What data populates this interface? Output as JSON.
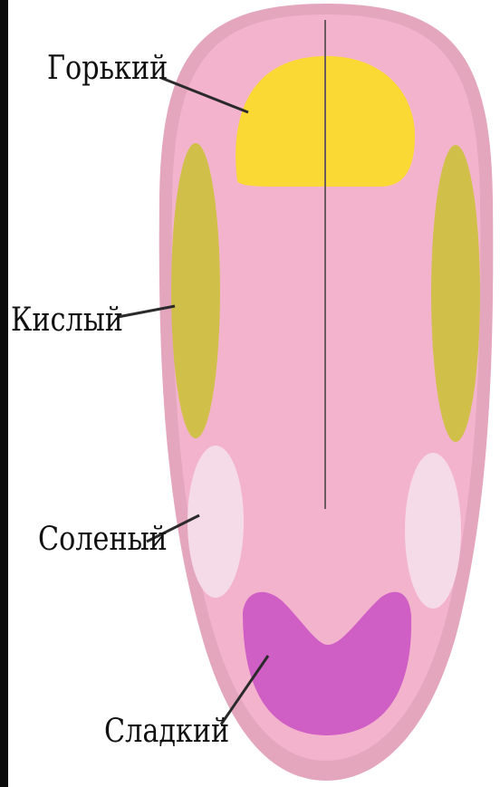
{
  "labels": {
    "bitter": "Горький",
    "sour": "Кислый",
    "salty": "Соленый",
    "sweet": "Сладкий"
  },
  "colors": {
    "background": "#ffffff",
    "left_strip": "#0b0b0b",
    "tongue_outline": "#e4a6bd",
    "tongue_fill": "#f4b3cd",
    "bitter_zone": "#fbd934",
    "sour_zone": "#d0c04a",
    "salty_zone": "#f5dbe7",
    "sweet_zone": "#cf5ec5",
    "midline": "#6b5a60",
    "leader_line": "#2a2a2a"
  }
}
